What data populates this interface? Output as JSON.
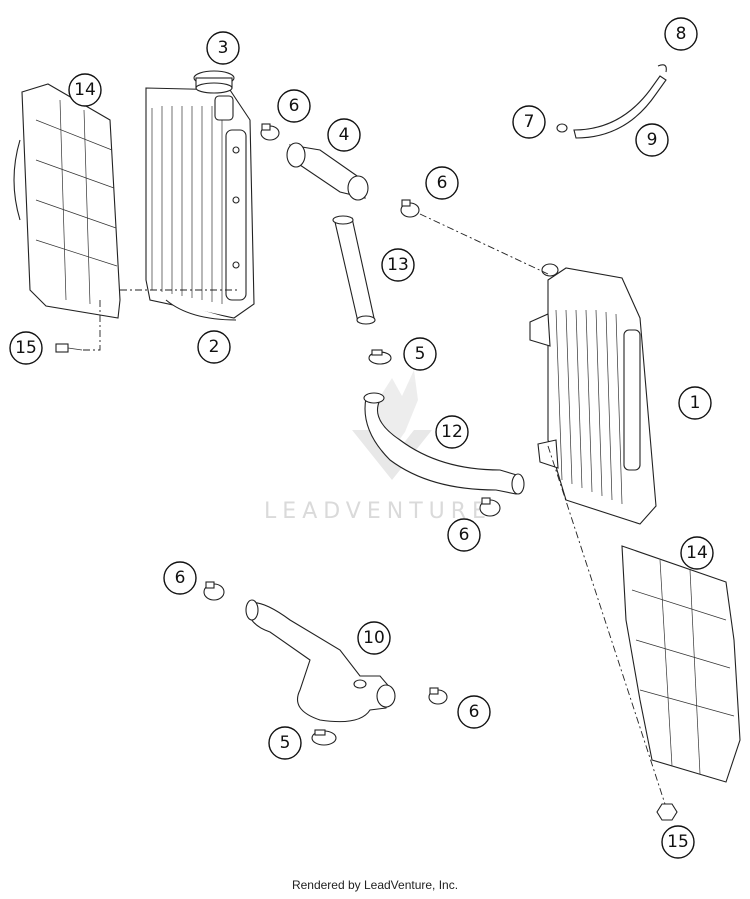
{
  "watermark": {
    "text": "LEADVENTURE"
  },
  "footer": {
    "text": "Rendered by LeadVenture, Inc."
  },
  "callouts": [
    {
      "id": "c3",
      "label": "3"
    },
    {
      "id": "c14a",
      "label": "14"
    },
    {
      "id": "c6a",
      "label": "6"
    },
    {
      "id": "c4",
      "label": "4"
    },
    {
      "id": "c8",
      "label": "8"
    },
    {
      "id": "c7",
      "label": "7"
    },
    {
      "id": "c9",
      "label": "9"
    },
    {
      "id": "c6b",
      "label": "6"
    },
    {
      "id": "c13",
      "label": "13"
    },
    {
      "id": "c15a",
      "label": "15"
    },
    {
      "id": "c2",
      "label": "2"
    },
    {
      "id": "c5a",
      "label": "5"
    },
    {
      "id": "c1",
      "label": "1"
    },
    {
      "id": "c12",
      "label": "12"
    },
    {
      "id": "c6c",
      "label": "6"
    },
    {
      "id": "c14b",
      "label": "14"
    },
    {
      "id": "c6d",
      "label": "6"
    },
    {
      "id": "c10",
      "label": "10"
    },
    {
      "id": "c6e",
      "label": "6"
    },
    {
      "id": "c5b",
      "label": "5"
    },
    {
      "id": "c15b",
      "label": "15"
    }
  ]
}
